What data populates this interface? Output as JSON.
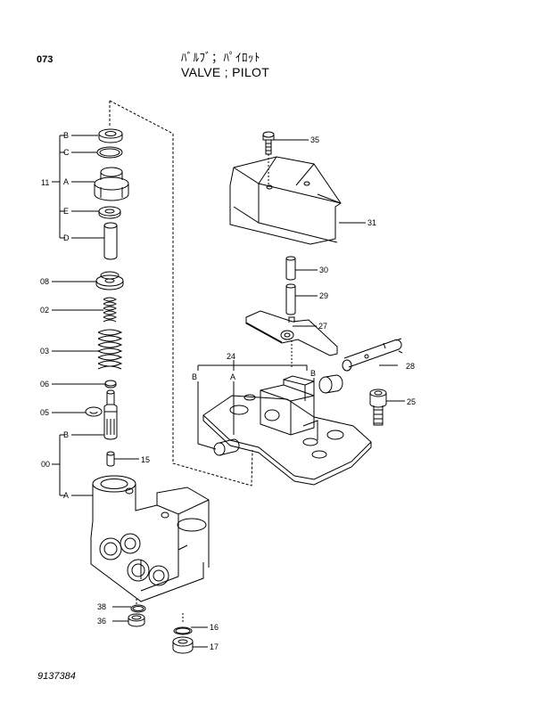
{
  "header": {
    "page_number": "073",
    "title_jp": "ﾊﾞﾙﾌﾞ；ﾊﾟｲﾛｯﾄ",
    "title_en": "VALVE ; PILOT"
  },
  "footer": {
    "drawing_code": "9137384"
  },
  "labels": {
    "l11": "11",
    "l00": "00",
    "l24": "24",
    "B_top": "B",
    "C": "C",
    "A_11": "A",
    "E": "E",
    "D": "D",
    "B_00": "B",
    "A_00": "A",
    "B_24": "B",
    "A_24": "A",
    "B_right": "B",
    "l08": "08",
    "l02": "02",
    "l03": "03",
    "l06": "06",
    "l05": "05",
    "l15": "15",
    "l35": "35",
    "l31": "31",
    "l30": "30",
    "l29": "29",
    "l27": "27",
    "l28": "28",
    "l25": "25",
    "l38": "38",
    "l36": "36",
    "l16": "16",
    "l17": "17"
  }
}
